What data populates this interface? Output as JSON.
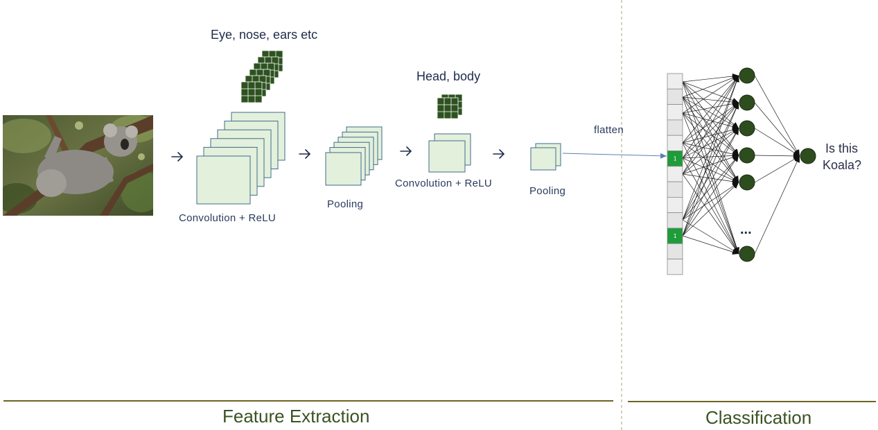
{
  "labels": {
    "feature_map_1": "Eye, nose, ears etc",
    "feature_map_2": "Head, body",
    "conv_relu_1": "Convolution + ReLU",
    "pooling_1": "Pooling",
    "conv_relu_2": "Convolution + ReLU",
    "pooling_2": "Pooling",
    "flatten": "flatten",
    "output_question": [
      "Is this",
      "Koala?"
    ],
    "ellipsis": "..."
  },
  "flatten_vector": {
    "cells": [
      "",
      "",
      "",
      "",
      "",
      "1",
      "",
      "",
      "",
      "",
      "1",
      "",
      ""
    ],
    "highlight_color": "#1e9c3a"
  },
  "network": {
    "hidden_count_shown": 6,
    "node_color": "#2e4d1e"
  },
  "sections": {
    "left": "Feature Extraction",
    "right": "Classification"
  },
  "colors": {
    "map_fill": "#e3f0dc",
    "map_stroke": "#3f6b8a",
    "kernel_fill": "#2d5220",
    "section_line": "#6d6420",
    "divider": "#b8b08a"
  }
}
